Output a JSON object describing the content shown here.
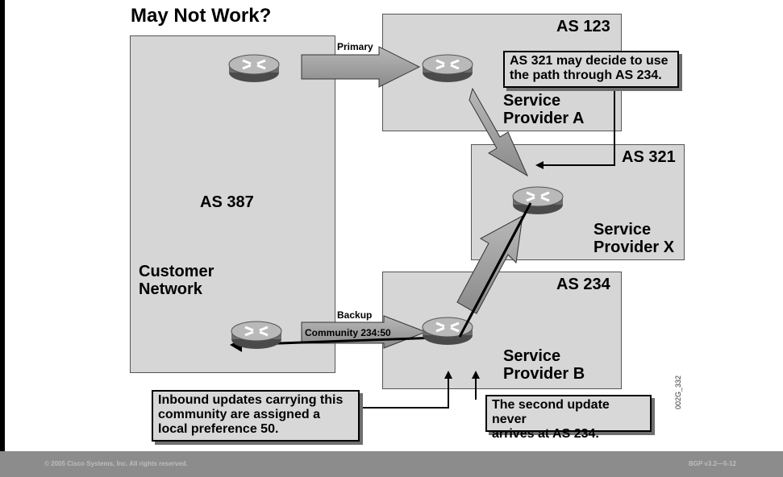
{
  "title": "May Not Work?",
  "customer": {
    "as_label": "AS 387",
    "name_line1": "Customer",
    "name_line2": "Network"
  },
  "provider_a": {
    "as_label": "AS 123",
    "name_line1": "Service",
    "name_line2": "Provider A"
  },
  "provider_x": {
    "as_label": "AS 321",
    "name_line1": "Service",
    "name_line2": "Provider X"
  },
  "provider_b": {
    "as_label": "AS 234",
    "name_line1": "Service",
    "name_line2": "Provider B"
  },
  "links": {
    "primary": "Primary",
    "backup": "Backup",
    "community": "Community 234:50"
  },
  "callouts": {
    "as321_line1": "AS 321 may decide to use",
    "as321_line2": "the path through AS 234.",
    "inbound_line1": "Inbound updates carrying this",
    "inbound_line2": "community are assigned a",
    "inbound_line3": "local preference 50.",
    "second_line1": "The second update never",
    "second_line2": "arrives at AS 234."
  },
  "figure_code": "002G_332",
  "footer": {
    "copyright": "© 2005 Cisco Systems, Inc. All rights reserved.",
    "course": "BGP v3.2—5-12"
  }
}
